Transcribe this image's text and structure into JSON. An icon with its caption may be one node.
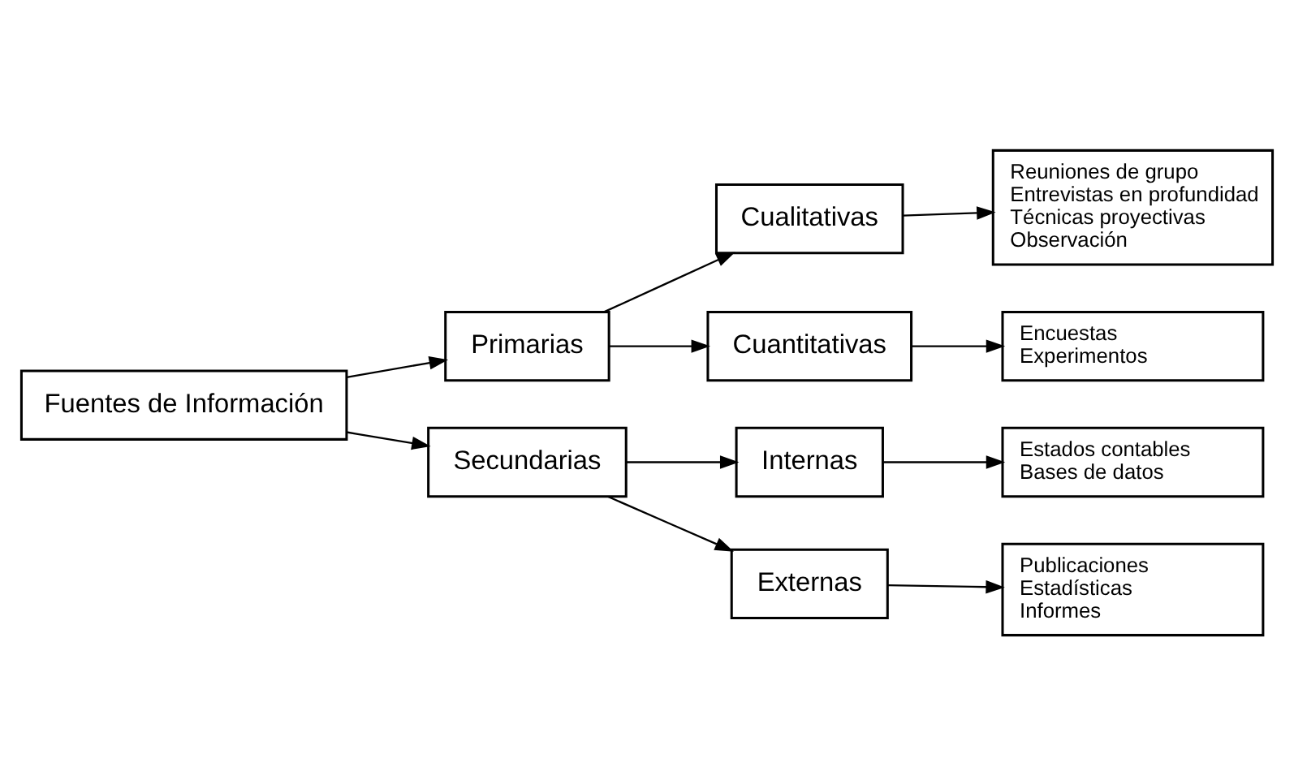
{
  "diagram": {
    "nodes": [
      {
        "text": [
          "Fuentes de Información"
        ]
      },
      {
        "text": [
          "Primarias"
        ]
      },
      {
        "text": [
          "Secundarias"
        ]
      },
      {
        "text": [
          "Cualitativas"
        ]
      },
      {
        "text": [
          "Cuantitativas"
        ]
      },
      {
        "text": [
          "Internas"
        ]
      },
      {
        "text": [
          "Externas"
        ]
      },
      {
        "text": [
          "Reuniones de grupo",
          "Entrevistas en profundidad",
          "Técnicas proyectivas",
          "Observación"
        ]
      },
      {
        "text": [
          "Encuestas",
          "Experimentos"
        ]
      },
      {
        "text": [
          "Estados contables",
          "Bases de datos"
        ]
      },
      {
        "text": [
          "Publicaciones",
          "Estadísticas",
          "Informes"
        ]
      }
    ],
    "edges": [
      {
        "from": 0,
        "to": 1,
        "arrow": "to"
      },
      {
        "from": 0,
        "to": 2,
        "arrow": "to"
      },
      {
        "from": 1,
        "to": 3,
        "arrow": "to"
      },
      {
        "from": 1,
        "to": 4,
        "arrow": "to"
      },
      {
        "from": 2,
        "to": 5,
        "arrow": "to"
      },
      {
        "from": 2,
        "to": 6,
        "arrow": "to"
      },
      {
        "from": 3,
        "to": 7,
        "arrow": "to"
      },
      {
        "from": 4,
        "to": 8,
        "arrow": "to"
      },
      {
        "from": 5,
        "to": 9,
        "arrow": "to"
      },
      {
        "from": 6,
        "to": 10,
        "arrow": "to"
      }
    ]
  }
}
